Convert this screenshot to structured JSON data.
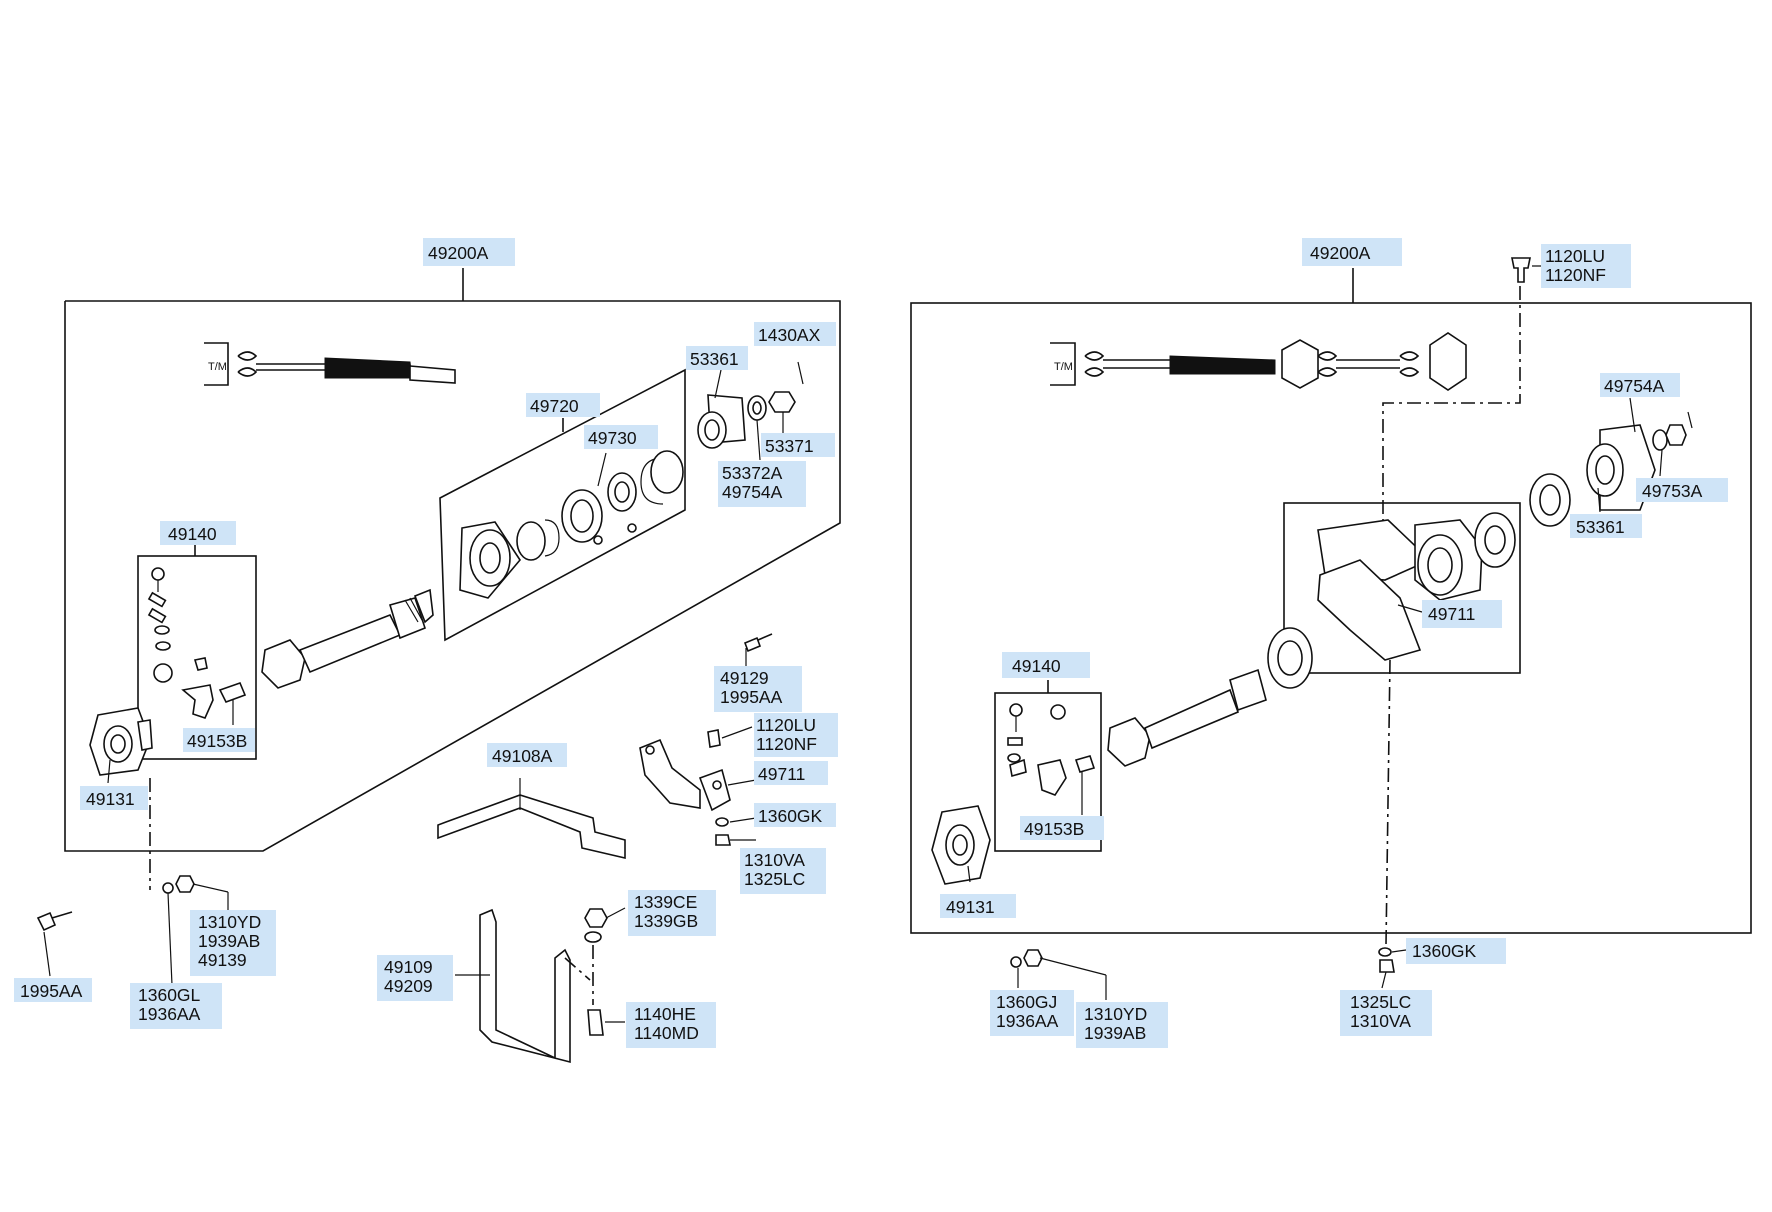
{
  "left_assembly": {
    "main_label": "49200A",
    "tm_tag": "T/M",
    "labels": [
      "1430AX",
      "53361",
      "49720",
      "49730",
      "53371",
      "53372A",
      "49754A",
      "49140",
      "49153B",
      "49131",
      "49129",
      "1995AA",
      "1120LU",
      "1120NF",
      "49711",
      "49108A",
      "1360GK",
      "1310VA",
      "1325LC",
      "1310YD",
      "1939AB",
      "49139",
      "1360GL",
      "1936AA",
      "1995AA",
      "1339CE",
      "1339GB",
      "49109",
      "49209",
      "1140HE",
      "1140MD"
    ]
  },
  "right_assembly": {
    "main_label": "49200A",
    "tm_tag": "T/M",
    "labels": [
      "1120LU",
      "1120NF",
      "49754A",
      "49753A",
      "53361",
      "49711",
      "49140",
      "49153B",
      "49131",
      "1360GK",
      "1325LC",
      "1310VA",
      "1360GJ",
      "1936AA",
      "1310YD",
      "1939AB"
    ]
  }
}
